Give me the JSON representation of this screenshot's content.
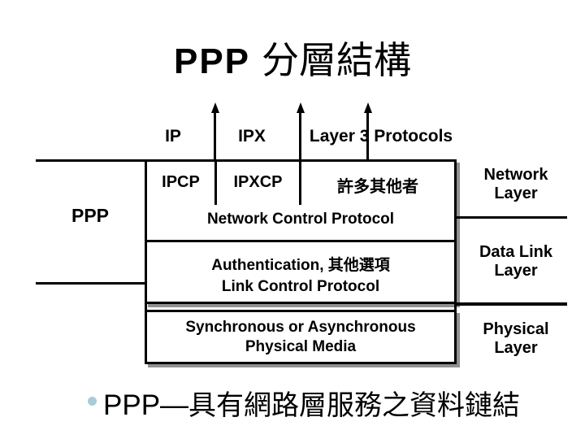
{
  "title": {
    "prefix": "PPP",
    "suffix": "分層結構"
  },
  "protocol_labels": {
    "ip": "IP",
    "ipx": "IPX",
    "layer3": "Layer 3 Protocols"
  },
  "ppp_bracket": {
    "label": "PPP"
  },
  "stack": {
    "ncp": {
      "cells": [
        "IPCP",
        "IPXCP",
        "許多其他者"
      ],
      "label": "Network Control Protocol"
    },
    "lcp": {
      "line1": "Authentication, 其他選項",
      "line2": "Link Control Protocol"
    },
    "physical": {
      "line1": "Synchronous or Asynchronous",
      "line2": "Physical Media"
    }
  },
  "osi_layers": [
    {
      "line1": "Network",
      "line2": "Layer"
    },
    {
      "line1": "Data Link",
      "line2": "Layer"
    },
    {
      "line1": "Physical",
      "line2": "Layer"
    }
  ],
  "bullet": {
    "prefix": "PPP—",
    "text": "具有網路層服務之資料鏈結",
    "marker_color": "#a9ccd6"
  },
  "colors": {
    "line": "#000000",
    "shadow": "#909090",
    "background": "#ffffff"
  }
}
